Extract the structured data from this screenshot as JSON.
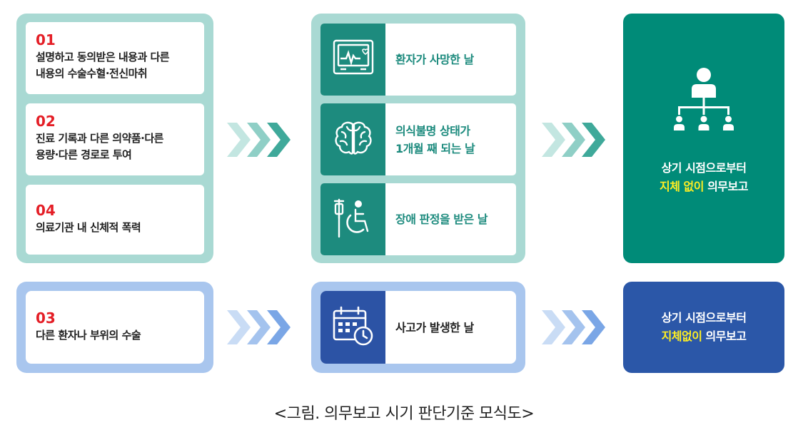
{
  "left_items": [
    {
      "num": "01",
      "line1": "설명하고 동의받은 내용과 다른",
      "line2": "내용의 수술수혈·전신마취"
    },
    {
      "num": "02",
      "line1": "진료 기록과 다른 의약품·다른",
      "line2": "용량·다른 경로로 투여"
    },
    {
      "num": "04",
      "line1": "의료기관 내 신체적 폭력",
      "line2": ""
    },
    {
      "num": "03",
      "line1": "다른 환자나 부위의 수술",
      "line2": ""
    }
  ],
  "events": [
    {
      "text": "환자가 사망한 날",
      "icon": "vital-monitor-icon"
    },
    {
      "text": "의식불명 상태가\n1개월 째 되는 날",
      "icon": "brain-icon"
    },
    {
      "text": "장애 판정을 받은 날",
      "icon": "wheelchair-iv-icon"
    },
    {
      "text": "사고가 발생한 날",
      "icon": "calendar-clock-icon"
    }
  ],
  "results": {
    "green": {
      "line1": "상기 시점으로부터",
      "highlight": "지체 없이",
      "rest": " 의무보고",
      "icon": "org-chart-people-icon"
    },
    "blue": {
      "line1": "상기 시점으로부터",
      "highlight": "지체없이",
      "rest": " 의무보고"
    }
  },
  "caption": "<그림. 의무보고 시기 판단기준 모식도>",
  "colors": {
    "teal_dark": "#1d8b7e",
    "teal_panel": "#a9d9d3",
    "teal_text": "#1d8b7e",
    "green_result": "#008b78",
    "blue_dark": "#2c53a5",
    "blue_panel": "#a9c6ee",
    "blue_result": "#2b57a8",
    "number_red": "#e41e26",
    "highlight_yellow": "#ffee22"
  }
}
